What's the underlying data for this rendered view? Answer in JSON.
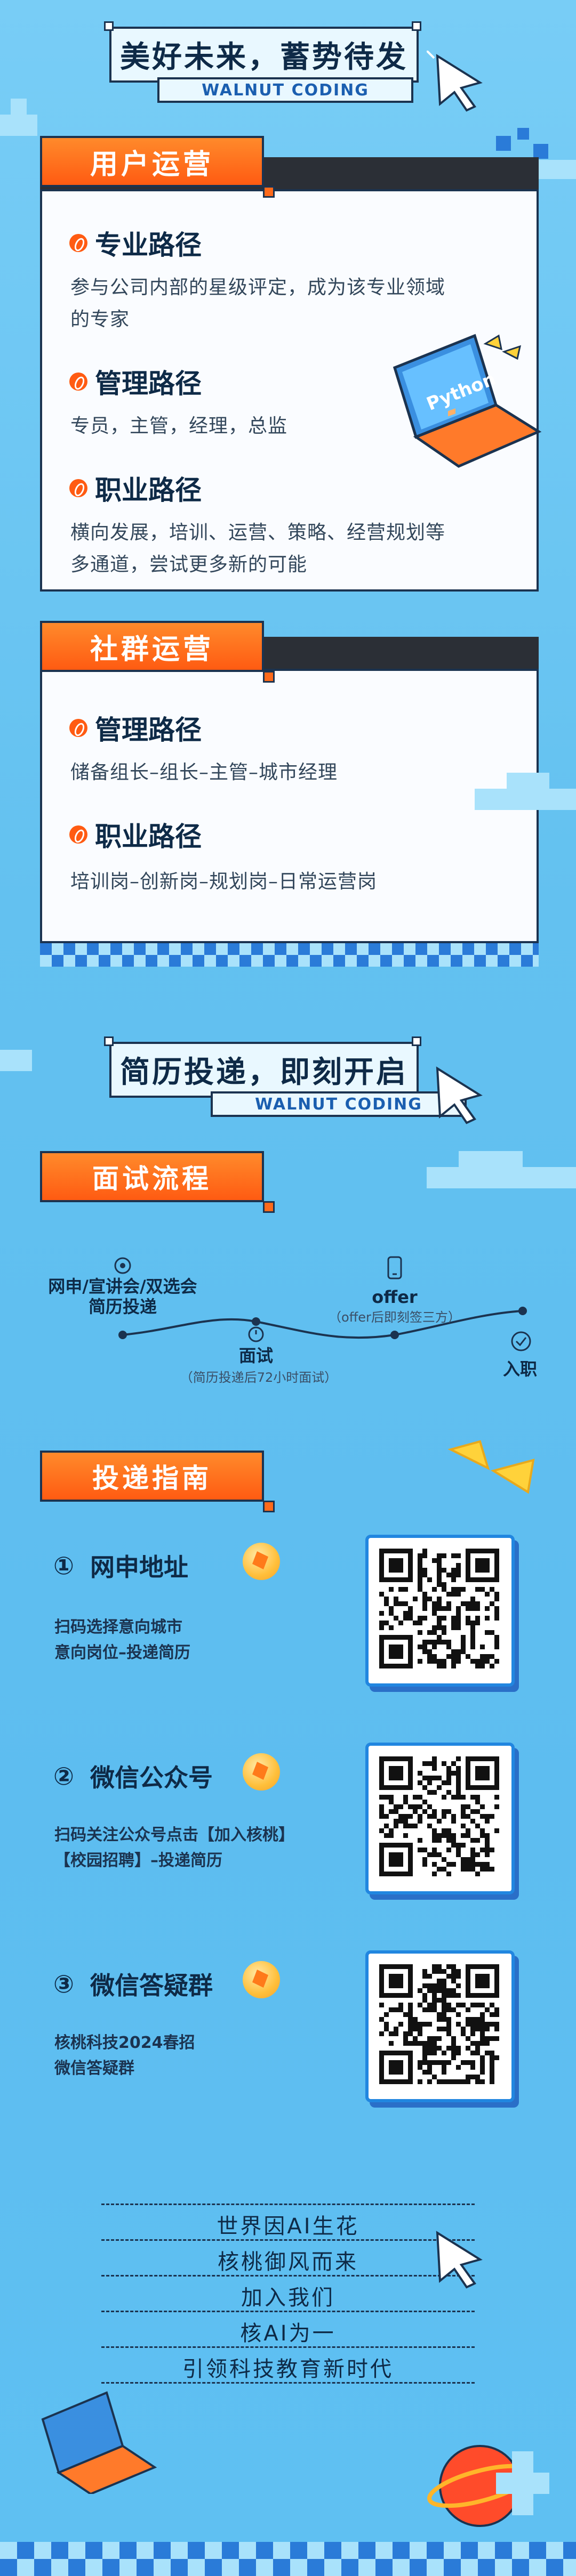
{
  "header": {
    "title": "美好未来，蓄势待发",
    "brand": "WALNUT CODING"
  },
  "user_ops": {
    "tab": "用户运营",
    "sections": [
      {
        "title": "专业路径",
        "desc_lines": [
          "参与公司内部的星级评定，成为该专业领域",
          "的专家"
        ]
      },
      {
        "title": "管理路径",
        "desc_lines": [
          "专员，主管，经理，总监"
        ]
      },
      {
        "title": "职业路径",
        "desc_lines": [
          "横向发展，培训、运营、策略、经营规划等",
          "多通道，尝试更多新的可能"
        ]
      }
    ],
    "laptop_label": "Python"
  },
  "community_ops": {
    "tab": "社群运营",
    "sections": [
      {
        "title": "管理路径",
        "desc_lines": [
          "储备组长–组长–主管–城市经理"
        ]
      },
      {
        "title": "职业路径",
        "desc_lines": [
          "培训岗–创新岗–规划岗–日常运营岗"
        ]
      }
    ]
  },
  "resume": {
    "title": "简历投递，即刻开启",
    "brand": "WALNUT CODING"
  },
  "interview": {
    "tab": "面试流程",
    "steps": [
      {
        "label": "网申/宣讲会/双选会",
        "label2": "简历投递",
        "icon": "broadcast-icon"
      },
      {
        "label": "面试",
        "note": "（简历投递后72小时面试）",
        "icon": "timer-icon"
      },
      {
        "label": "offer",
        "note": "（offer后即刻签三方）",
        "icon": "phone-icon"
      },
      {
        "label": "入职",
        "icon": "check-icon"
      }
    ]
  },
  "guide": {
    "tab": "投递指南",
    "items": [
      {
        "num": "①",
        "title": "网申地址",
        "desc_lines": [
          "扫码选择意向城市",
          "意向岗位–投递简历"
        ]
      },
      {
        "num": "②",
        "title": "微信公众号",
        "desc_lines": [
          "扫码关注公众号点击【加入核桃】",
          "【校园招聘】–投递简历"
        ]
      },
      {
        "num": "③",
        "title": "微信答疑群",
        "desc_lines": [
          "核桃科技2024春招",
          "微信答疑群"
        ]
      }
    ]
  },
  "slogans": [
    "世界因AI生花",
    "核桃御风而来",
    "加入我们",
    "核AI为一",
    "引领科技教育新时代"
  ],
  "colors": {
    "accent": "#ff5b12",
    "navy": "#1b3350",
    "sky": "#63c4f2",
    "qr_border": "#2186e0"
  }
}
